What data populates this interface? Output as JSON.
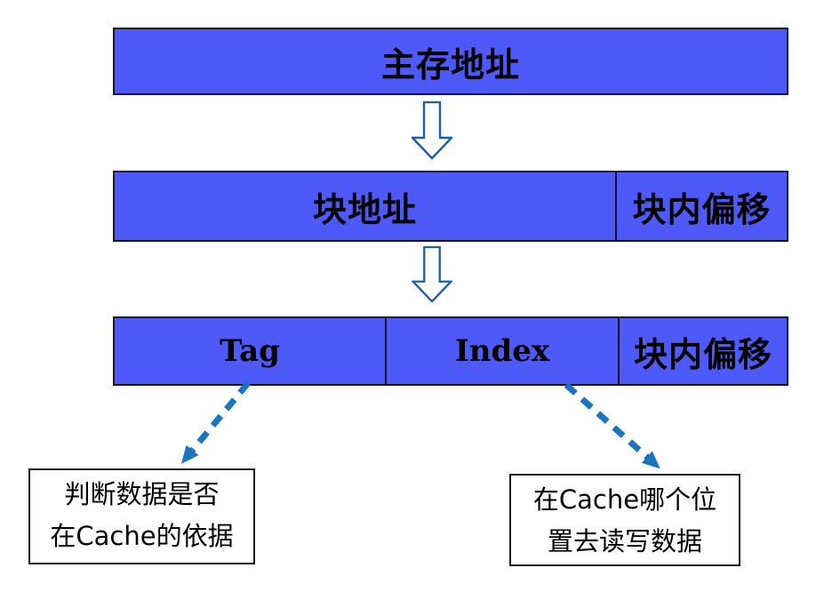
{
  "diagram": {
    "title_semantic": "main-memory address to cache tag/index/offset decomposition",
    "colors": {
      "bar_fill": "#4d5af8",
      "bar_border": "#14142b",
      "block_arrow_outline": "#1d5fa6",
      "dashed_arrow": "#1b74c0",
      "callout_border": "#1a1a1a",
      "text": "#000000",
      "background": "#ffffff"
    },
    "bars": [
      {
        "cells": [
          {
            "label": "主存地址"
          }
        ]
      },
      {
        "cells": [
          {
            "label": "块地址"
          },
          {
            "label": "块内偏移"
          }
        ]
      },
      {
        "cells": [
          {
            "label": "Tag"
          },
          {
            "label": "Index"
          },
          {
            "label": "块内偏移"
          }
        ]
      }
    ],
    "callouts": [
      {
        "lines": [
          "判断数据是否",
          "在Cache的依据"
        ]
      },
      {
        "lines": [
          "在Cache哪个位",
          "置去读写数据"
        ]
      }
    ]
  }
}
